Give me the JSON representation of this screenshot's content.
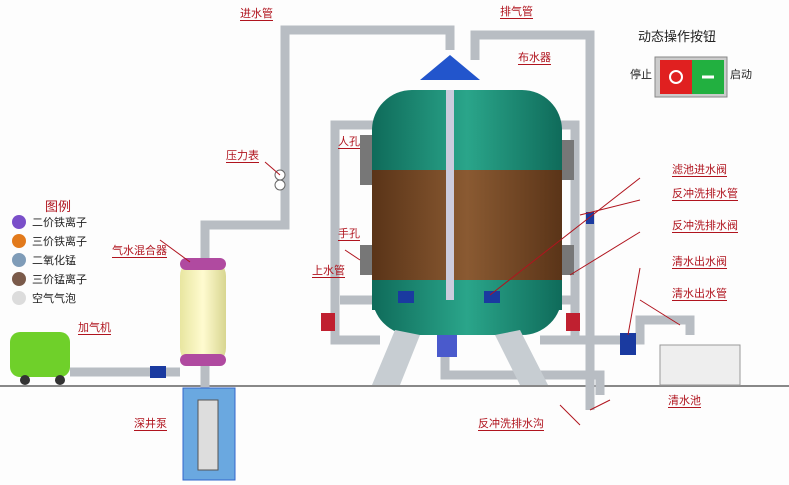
{
  "labels": {
    "inlet_pipe": "进水管",
    "vent_pipe": "排气管",
    "distributor": "布水器",
    "manhole": "人孔",
    "pressure_gauge": "压力表",
    "filter_inlet_valve": "滤池进水阀",
    "backwash_drain_pipe": "反冲洗排水管",
    "hand_hole": "手孔",
    "backwash_drain_valve": "反冲洗排水阀",
    "gas_water_mixer": "气水混合器",
    "upper_pipe": "上水管",
    "clean_outlet_valve": "清水出水阀",
    "clean_outlet_pipe": "清水出水管",
    "aerator": "加气机",
    "deep_well_pump": "深井泵",
    "backwash_drain_ditch": "反冲洗排水沟",
    "clean_water_pool": "清水池"
  },
  "controls": {
    "title": "动态操作按钮",
    "stop": "停止",
    "start": "启动"
  },
  "legend": {
    "title": "图例",
    "items": [
      {
        "label": "二价铁离子",
        "color": "#7a4fc9"
      },
      {
        "label": "三价铁离子",
        "color": "#e27a1c"
      },
      {
        "label": "二氧化锰",
        "color": "#7f9cb8"
      },
      {
        "label": "三价锰离子",
        "color": "#7a5a4a"
      },
      {
        "label": "空气气泡",
        "color": "#dcdcdc"
      }
    ]
  }
}
